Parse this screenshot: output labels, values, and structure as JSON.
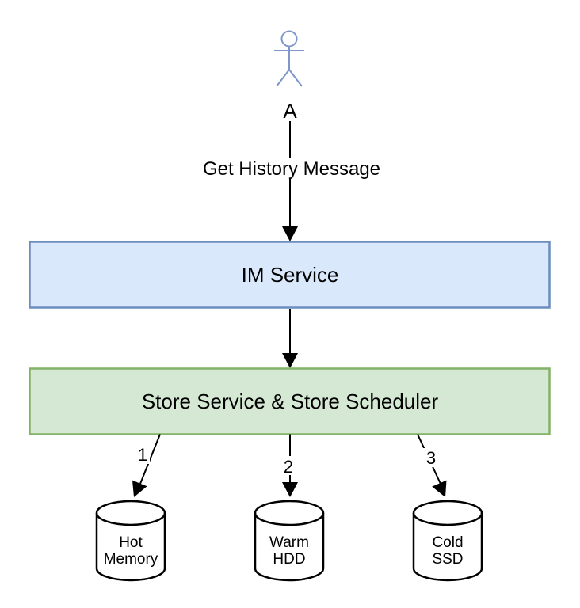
{
  "colors": {
    "background": "#ffffff",
    "edge": "#000000",
    "label_text": "#000000",
    "actor_stroke": "#7e96c8",
    "actor_head_fill": "#dbe6f8",
    "box_blue_fill": "#dae8fc",
    "box_blue_stroke": "#6c8ebf",
    "box_green_fill": "#d5e8d4",
    "box_green_stroke": "#82b366",
    "cylinder_fill": "#ffffff",
    "cylinder_stroke": "#000000",
    "label_bg": "#ffffff"
  },
  "diagram": {
    "actor": {
      "label": "A"
    },
    "edges": {
      "actor_to_im": {
        "label": "Get History Message"
      },
      "store_to_hot": {
        "label": "1"
      },
      "store_to_warm": {
        "label": "2"
      },
      "store_to_cold": {
        "label": "3"
      }
    },
    "nodes": {
      "im_service": {
        "label": "IM Service"
      },
      "store_service": {
        "label": "Store Service & Store Scheduler"
      },
      "hot": {
        "line1": "Hot",
        "line2": "Memory"
      },
      "warm": {
        "line1": "Warm",
        "line2": "HDD"
      },
      "cold": {
        "line1": "Cold",
        "line2": "SSD"
      }
    }
  }
}
